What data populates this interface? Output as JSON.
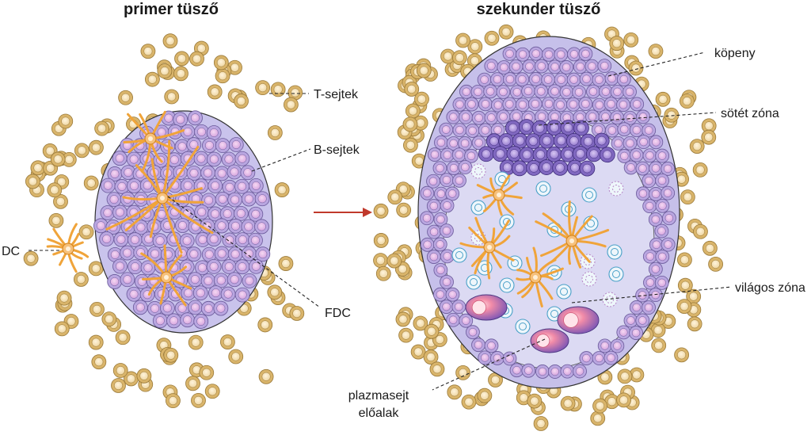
{
  "titles": {
    "primary": "primer tüsző",
    "secondary": "szekunder tüsző"
  },
  "labels": {
    "t_cells": "T-sejtek",
    "b_cells": "B-sejtek",
    "dc": "DC",
    "fdc": "FDC",
    "mantle": "köpeny",
    "dark_zone": "sötét zóna",
    "light_zone": "világos zóna",
    "plasma_line1": "plazmasejt",
    "plasma_line2": "előalak"
  },
  "colors": {
    "t_cell": "#d9b46a",
    "t_cell_inner": "#f3e2bd",
    "b_cell": "#b9a6e0",
    "b_cell_inner": "#f0c8ec",
    "dark_zone_cell": "#8068c0",
    "follicle_fill": "#c6c0ea",
    "light_zone_fill": "#dcdaf3",
    "fdc": "#f0a43a",
    "arrow": "#c0392b",
    "centrocyte": "#4aa0c8",
    "plasma": "#7d5bb8"
  }
}
